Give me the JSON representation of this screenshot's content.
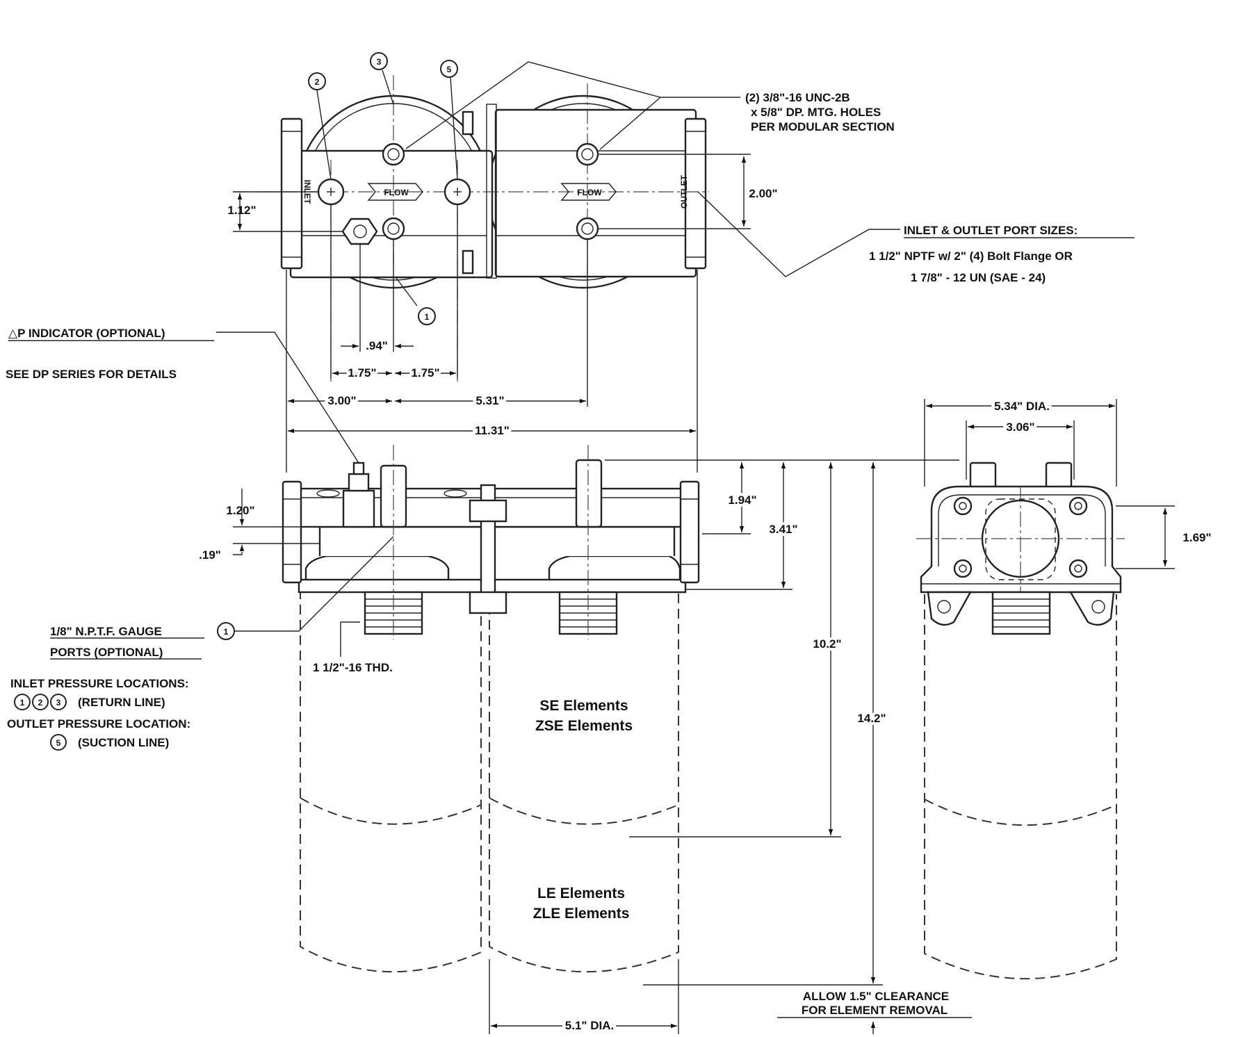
{
  "callouts": {
    "mtg_holes": [
      "(2) 3/8\"-16 UNC-2B",
      "x 5/8\" DP. MTG. HOLES",
      "PER MODULAR SECTION"
    ],
    "port_sizes_title": "INLET & OUTLET PORT SIZES:",
    "port_sizes_lines": [
      "1 1/2\" NPTF w/ 2\" (4) Bolt Flange OR",
      "1 7/8\" - 12 UN (SAE - 24)"
    ],
    "dp_indicator": "△P INDICATOR (OPTIONAL)",
    "dp_series": "SEE DP SERIES FOR DETAILS",
    "gauge_ports": [
      "1/8\" N.P.T.F. GAUGE",
      "PORTS  (OPTIONAL)"
    ],
    "thread": "1 1/2\"-16 THD.",
    "inlet_pressure_title": "INLET PRESSURE LOCATIONS:",
    "inlet_pressure_line": "(RETURN LINE)",
    "outlet_pressure_title": "OUTLET PRESSURE LOCATION:",
    "outlet_pressure_line": "(SUCTION LINE)",
    "se_elements": [
      "SE Elements",
      "ZSE Elements"
    ],
    "le_elements": [
      "LE Elements",
      "ZLE Elements"
    ],
    "clearance": [
      "ALLOW 1.5\" CLEARANCE",
      "FOR ELEMENT REMOVAL"
    ]
  },
  "labels": {
    "inlet": "INLET",
    "outlet": "OUTLET",
    "flow": "FLOW"
  },
  "markers": [
    "1",
    "2",
    "3",
    "5"
  ],
  "dimensions": {
    "d_2_00": "2.00\"",
    "d_1_12": "1.12\"",
    "d_0_94": ".94\"",
    "d_1_75": "1.75\"",
    "d_3_00": "3.00\"",
    "d_5_31": "5.31\"",
    "d_11_31": "11.31\"",
    "d_1_94": "1.94\"",
    "d_3_41": "3.41\"",
    "d_1_20": "1.20\"",
    "d_0_19": ".19\"",
    "d_10_2": "10.2\"",
    "d_14_2": "14.2\"",
    "d_5_34_dia": "5.34\" DIA.",
    "d_3_06": "3.06\"",
    "d_1_69": "1.69\"",
    "d_5_1_dia": "5.1\" DIA."
  }
}
